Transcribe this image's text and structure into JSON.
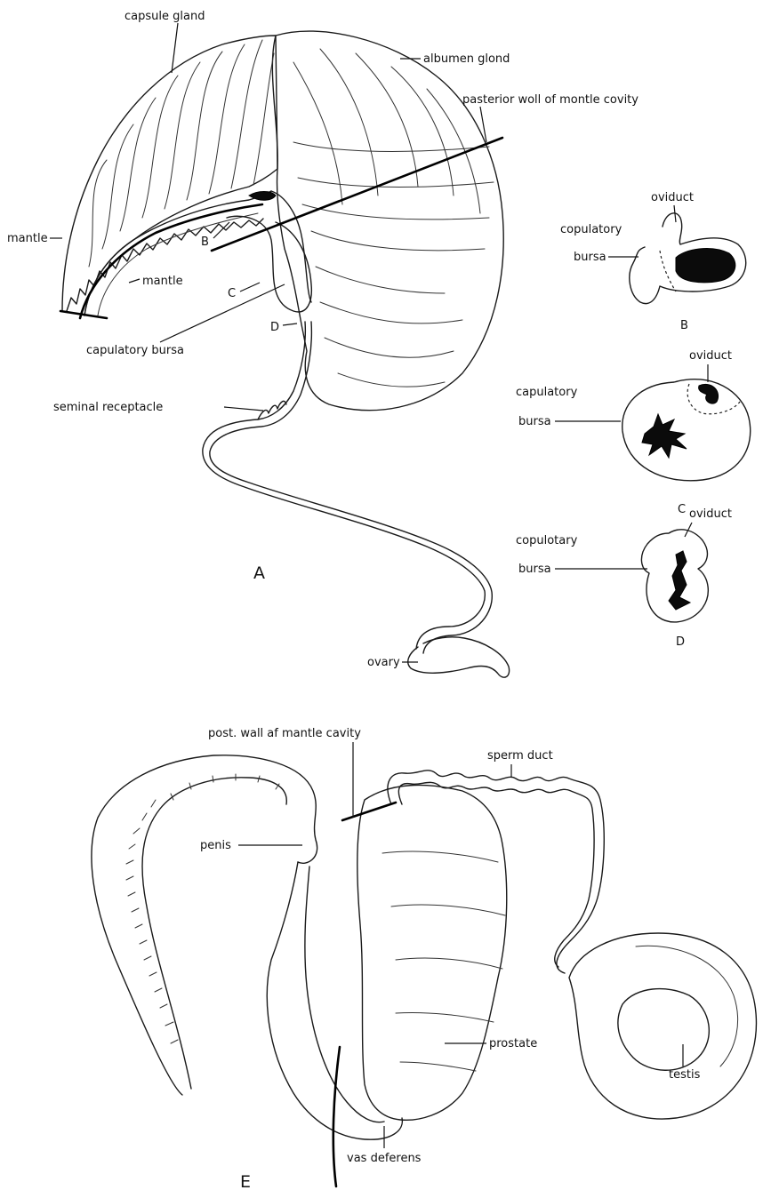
{
  "figureA": {
    "panel_letter": "A",
    "labels": {
      "capsule_gland": "capsule gland",
      "albumen_gland": "albumen glond",
      "posterior_wall": "pasterior woll of montle covity",
      "mantle_outer": "mantle",
      "mantle_inner": "mantle",
      "section_b": "B",
      "section_c": "C",
      "section_d": "D",
      "copulatory_bursa": "capulatory bursa",
      "seminal_receptacle": "seminal receptacle",
      "ovary": "ovary"
    }
  },
  "sectionB": {
    "letter": "B",
    "oviduct": "oviduct",
    "bursa_line1": "copulatory",
    "bursa_line2": "bursa"
  },
  "sectionC": {
    "letter": "C",
    "oviduct": "oviduct",
    "bursa_line1": "capulatory",
    "bursa_line2": "bursa"
  },
  "sectionD": {
    "letter": "D",
    "oviduct": "oviduct",
    "bursa_line1": "copulotary",
    "bursa_line2": "bursa"
  },
  "figureE": {
    "panel_letter": "E",
    "labels": {
      "post_wall": "post. wall af mantle cavity",
      "sperm_duct": "sperm duct",
      "penis": "penis",
      "prostate": "prostate",
      "testis": "testis",
      "vas_deferens": "vas deferens"
    }
  }
}
